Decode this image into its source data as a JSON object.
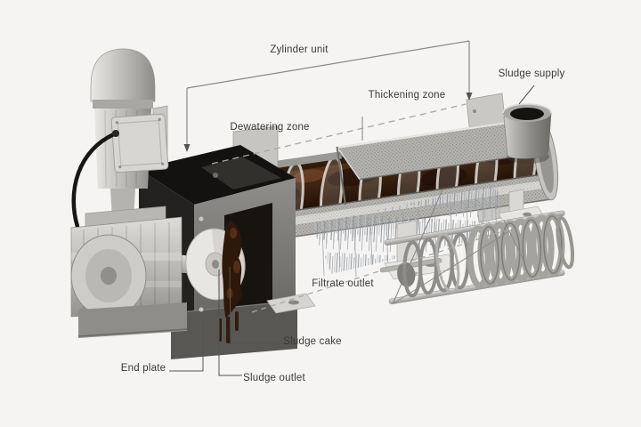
{
  "diagram": {
    "labels": {
      "zylinder_unit": "Zylinder unit",
      "thickening_zone": "Thickening zone",
      "dewatering_zone": "Dewatering zone",
      "sludge_supply": "Sludge supply",
      "filtrate_outlet": "Filtrate outlet",
      "sludge_cake": "Sludge cake",
      "end_plate": "End plate",
      "sludge_outlet": "Sludge outlet"
    },
    "colors": {
      "background": "#f5f4f2",
      "label_text": "#3a3a38",
      "annotation_line": "#8a8884",
      "dashed_line": "#a9a7a2",
      "metal_light": "#d7d6d2",
      "metal_mid": "#b3b1ad",
      "metal_dark": "#6f6d69",
      "housing_dark": "#1b1917",
      "sludge_brown": "#3a1e0c",
      "water_gray": "#9aa0a8"
    }
  }
}
